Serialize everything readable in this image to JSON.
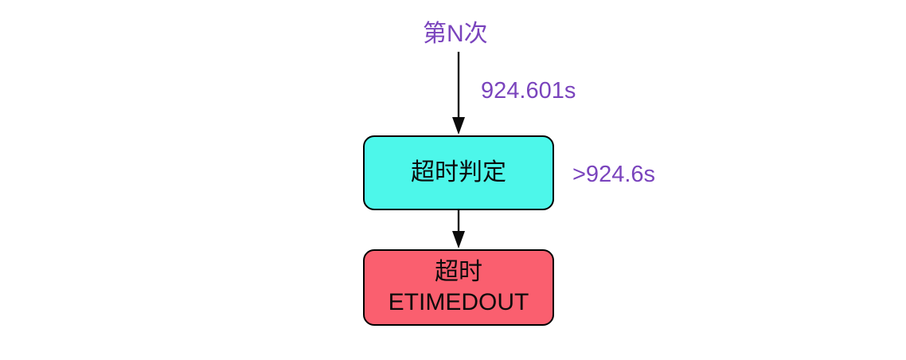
{
  "diagram": {
    "type": "flowchart",
    "orientation": "top-to-bottom",
    "background_color": "#ffffff",
    "edge_color": "#1a1a1a",
    "label_color": "#7A44BD",
    "nodes": [
      {
        "id": "timeout-check",
        "label": "超时判定",
        "lines": [
          "超时判定"
        ],
        "fill_color": "#4DF7EA",
        "border_color": "#000000",
        "shape": "rounded-rectangle"
      },
      {
        "id": "timeout-result",
        "label": "超时 ETIMEDOUT",
        "lines": [
          "超时",
          "ETIMEDOUT"
        ],
        "fill_color": "#FA5F6F",
        "border_color": "#000000",
        "shape": "rounded-rectangle"
      }
    ],
    "labels": {
      "attempt": "第N次",
      "elapsed": "924.601s",
      "threshold": ">924.6s"
    },
    "edges": [
      {
        "from": "第N次",
        "to": "timeout-check",
        "label": "924.601s"
      },
      {
        "from": "timeout-check",
        "to": "timeout-result",
        "label": ""
      }
    ]
  }
}
